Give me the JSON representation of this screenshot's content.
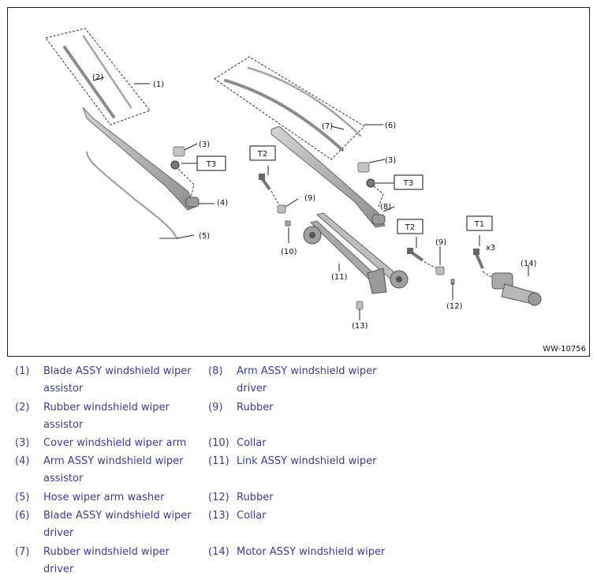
{
  "figure": {
    "code": "WW-10756",
    "callouts": [
      "(1)",
      "(2)",
      "(3)",
      "(4)",
      "(5)",
      "(6)",
      "(7)",
      "(3)",
      "(8)",
      "(9)",
      "(10)",
      "(11)",
      "(9)",
      "(12)",
      "(13)",
      "(14)"
    ],
    "torque_boxes": [
      "T3",
      "T2",
      "T3",
      "T2",
      "T1"
    ],
    "quantity_note": "x3"
  },
  "legend": [
    {
      "num": "(1)",
      "text": "Blade ASSY windshield wiper assistor"
    },
    {
      "num": "(2)",
      "text": "Rubber windshield wiper assistor"
    },
    {
      "num": "(3)",
      "text": "Cover windshield wiper arm"
    },
    {
      "num": "(4)",
      "text": "Arm ASSY windshield wiper assistor"
    },
    {
      "num": "(5)",
      "text": "Hose wiper arm washer"
    },
    {
      "num": "(6)",
      "text": "Blade ASSY windshield wiper driver"
    },
    {
      "num": "(7)",
      "text": "Rubber windshield wiper driver"
    },
    {
      "num": "(8)",
      "text": "Arm ASSY windshield wiper driver"
    },
    {
      "num": "(9)",
      "text": "Rubber"
    },
    {
      "num": "(10)",
      "text": "Collar"
    },
    {
      "num": "(11)",
      "text": "Link ASSY windshield wiper"
    },
    {
      "num": "(12)",
      "text": "Rubber"
    },
    {
      "num": "(13)",
      "text": "Collar"
    },
    {
      "num": "(14)",
      "text": "Motor ASSY windshield wiper"
    }
  ],
  "colors": {
    "legend_text": "#3a3aa6",
    "part_fill": "#b9b9b9",
    "part_stroke": "#6a6a6a"
  }
}
